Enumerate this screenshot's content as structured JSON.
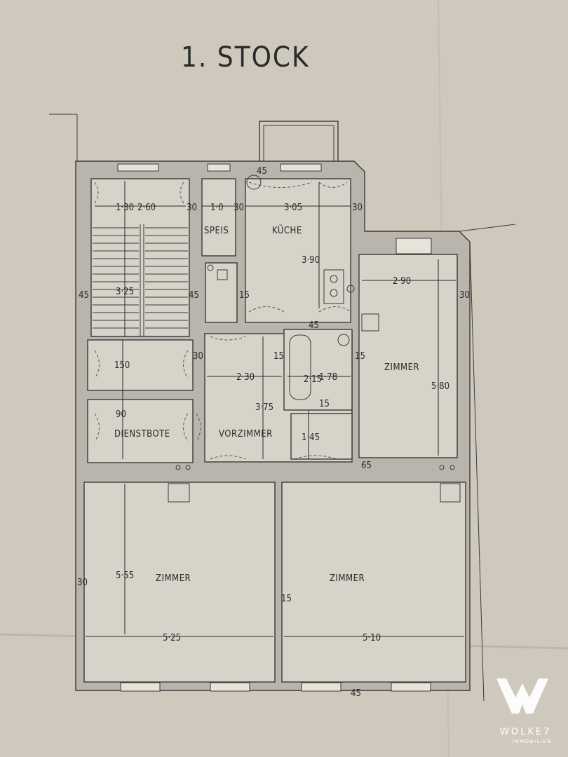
{
  "title": "1. STOCK",
  "rooms": {
    "speis": "SPEIS",
    "kueche": "KÜCHE",
    "zimmer_right": "ZIMMER",
    "dienstbote": "DIENSTBOTE",
    "vorzimmer": "VORZIMMER",
    "zimmer_left": "ZIMMER",
    "zimmer_center": "ZIMMER"
  },
  "dimensions": {
    "d_130": "1·30",
    "d_260": "2·60",
    "d_30a": "30",
    "d_10": "1·0",
    "d_30b": "30",
    "d_305": "3·05",
    "d_30c": "30",
    "d_45top": "45",
    "d_390": "3·90",
    "d_325": "3·25",
    "d_45left": "45",
    "d_45mid": "45",
    "d_15a": "15",
    "d_290": "2·90",
    "d_30right": "30",
    "d_45b": "45",
    "d_150": "150",
    "d_30d": "30",
    "d_15b": "15",
    "d_15c": "15",
    "d_215": "2·15",
    "d_178": "1·78",
    "d_230": "2·30",
    "d_375": "3·75",
    "d_15d": "15",
    "d_580": "5·80",
    "d_90": "90",
    "d_145": "1·45",
    "d_65": "65",
    "d_555": "5·55",
    "d_30left": "30",
    "d_15e": "15",
    "d_525": "5·25",
    "d_510": "5·10",
    "d_45bottom": "45"
  },
  "logo": {
    "mark": "W",
    "name": "WOLKE7",
    "sub": "IMMOBILIEN"
  }
}
